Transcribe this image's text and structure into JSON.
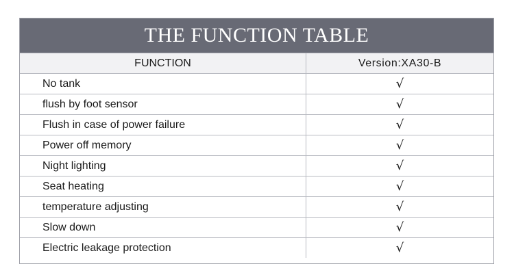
{
  "table": {
    "title": "THE FUNCTION TABLE",
    "header": {
      "function": "FUNCTION",
      "version": "Version:XA30-B"
    },
    "rows": [
      {
        "function": "No tank",
        "mark": "√"
      },
      {
        "function": "flush by foot sensor",
        "mark": "√"
      },
      {
        "function": "Flush in case of power failure",
        "mark": "√"
      },
      {
        "function": "Power off memory",
        "mark": "√"
      },
      {
        "function": "Night lighting",
        "mark": "√"
      },
      {
        "function": "Seat heating",
        "mark": "√"
      },
      {
        "function": "temperature adjusting",
        "mark": "√"
      },
      {
        "function": "Slow down",
        "mark": "√"
      },
      {
        "function": "Electric leakage protection",
        "mark": "√"
      }
    ]
  },
  "colors": {
    "title_bg": "#686a75",
    "title_text": "#ffffff",
    "header_bg": "#f2f2f4",
    "grid": "#b7b9c0"
  },
  "icons": {
    "check": "check-icon"
  }
}
